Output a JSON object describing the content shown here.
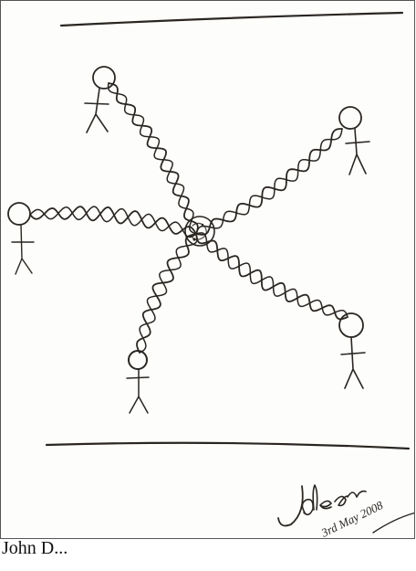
{
  "drawing": {
    "signature": "Jolean",
    "date": "3rd May 2008"
  },
  "caption": "John D..."
}
